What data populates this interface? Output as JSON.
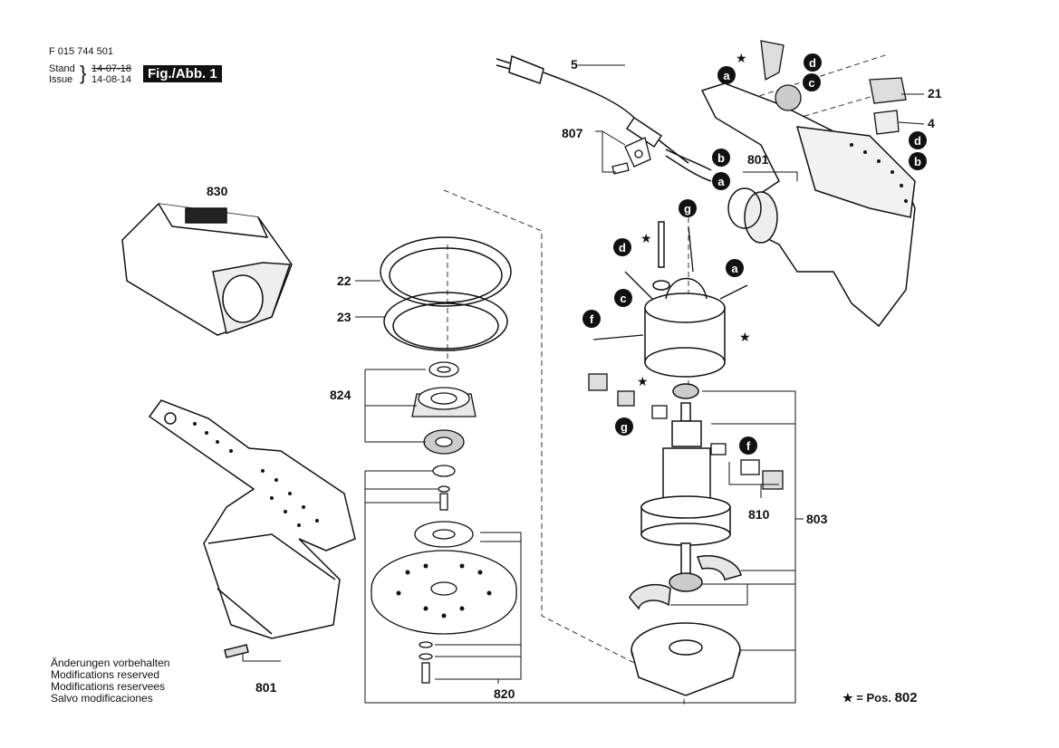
{
  "header": {
    "doc_number": "F 015 744 501",
    "stand_label": "Stand",
    "issue_label": "Issue",
    "brace": "}",
    "stand_date": "14-07-18",
    "issue_date": "14-08-14",
    "figure": "Fig./Abb. 1"
  },
  "notes": [
    "Änderungen vorbehalten",
    "Modifications reserved",
    "Modifications reservees",
    "Salvo modificaciones"
  ],
  "legend": {
    "star": "★",
    "text": "= Pos.",
    "number": "802"
  },
  "labels": {
    "p5": "5",
    "p807": "807",
    "p830": "830",
    "p22": "22",
    "p23": "23",
    "p824": "824",
    "p801a": "801",
    "p801b": "801",
    "p820": "820",
    "p21": "21",
    "p4": "4",
    "p810": "810",
    "p803": "803"
  },
  "letters": {
    "a": "a",
    "b": "b",
    "c": "c",
    "d": "d",
    "f": "f",
    "g": "g"
  },
  "star": "★"
}
